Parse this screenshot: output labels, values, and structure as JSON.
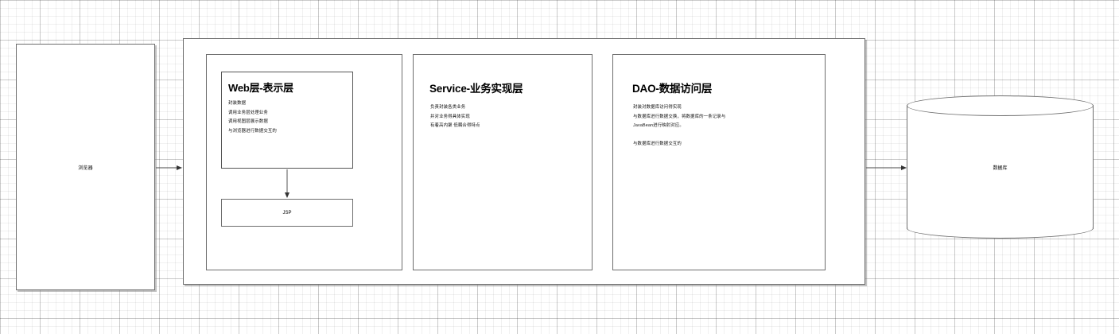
{
  "canvas": {
    "background": "#ffffff",
    "grid_minor_color": "#f0f0f0",
    "grid_major_color": "#d9d9d9",
    "stroke_color": "#6e6e6e"
  },
  "browser": {
    "label": "浏览器"
  },
  "layers": {
    "web": {
      "title": "Web层-表示层",
      "lines": [
        "封装数据",
        "调用业务层处理业务",
        "调用视图层展示数据",
        "与浏览器进行数据交互的"
      ],
      "child": {
        "label": "JSP"
      }
    },
    "service": {
      "title": "Service-业务实现层",
      "lines": [
        "负责封装各类业务",
        "并对业务得具体实现",
        "有着高内聚 低耦合得特点"
      ]
    },
    "dao": {
      "title": "DAO-数据访问层",
      "lines": [
        "封装对数据库访问得实现",
        "与数据库进行数据交换，将数据库的一条记录与",
        "JavaBean进行映射对应。",
        "",
        "与数据库进行数据交互的"
      ]
    }
  },
  "database": {
    "label": "数据库"
  },
  "connectors": [
    {
      "name": "browser-to-container",
      "from": "浏览器",
      "to": "Web层-表示层",
      "direction": "right"
    },
    {
      "name": "web-to-jsp",
      "from": "Web层-表示层",
      "to": "JSP",
      "direction": "down"
    },
    {
      "name": "container-to-database",
      "from": "DAO-数据访问层",
      "to": "数据库",
      "direction": "right"
    }
  ]
}
